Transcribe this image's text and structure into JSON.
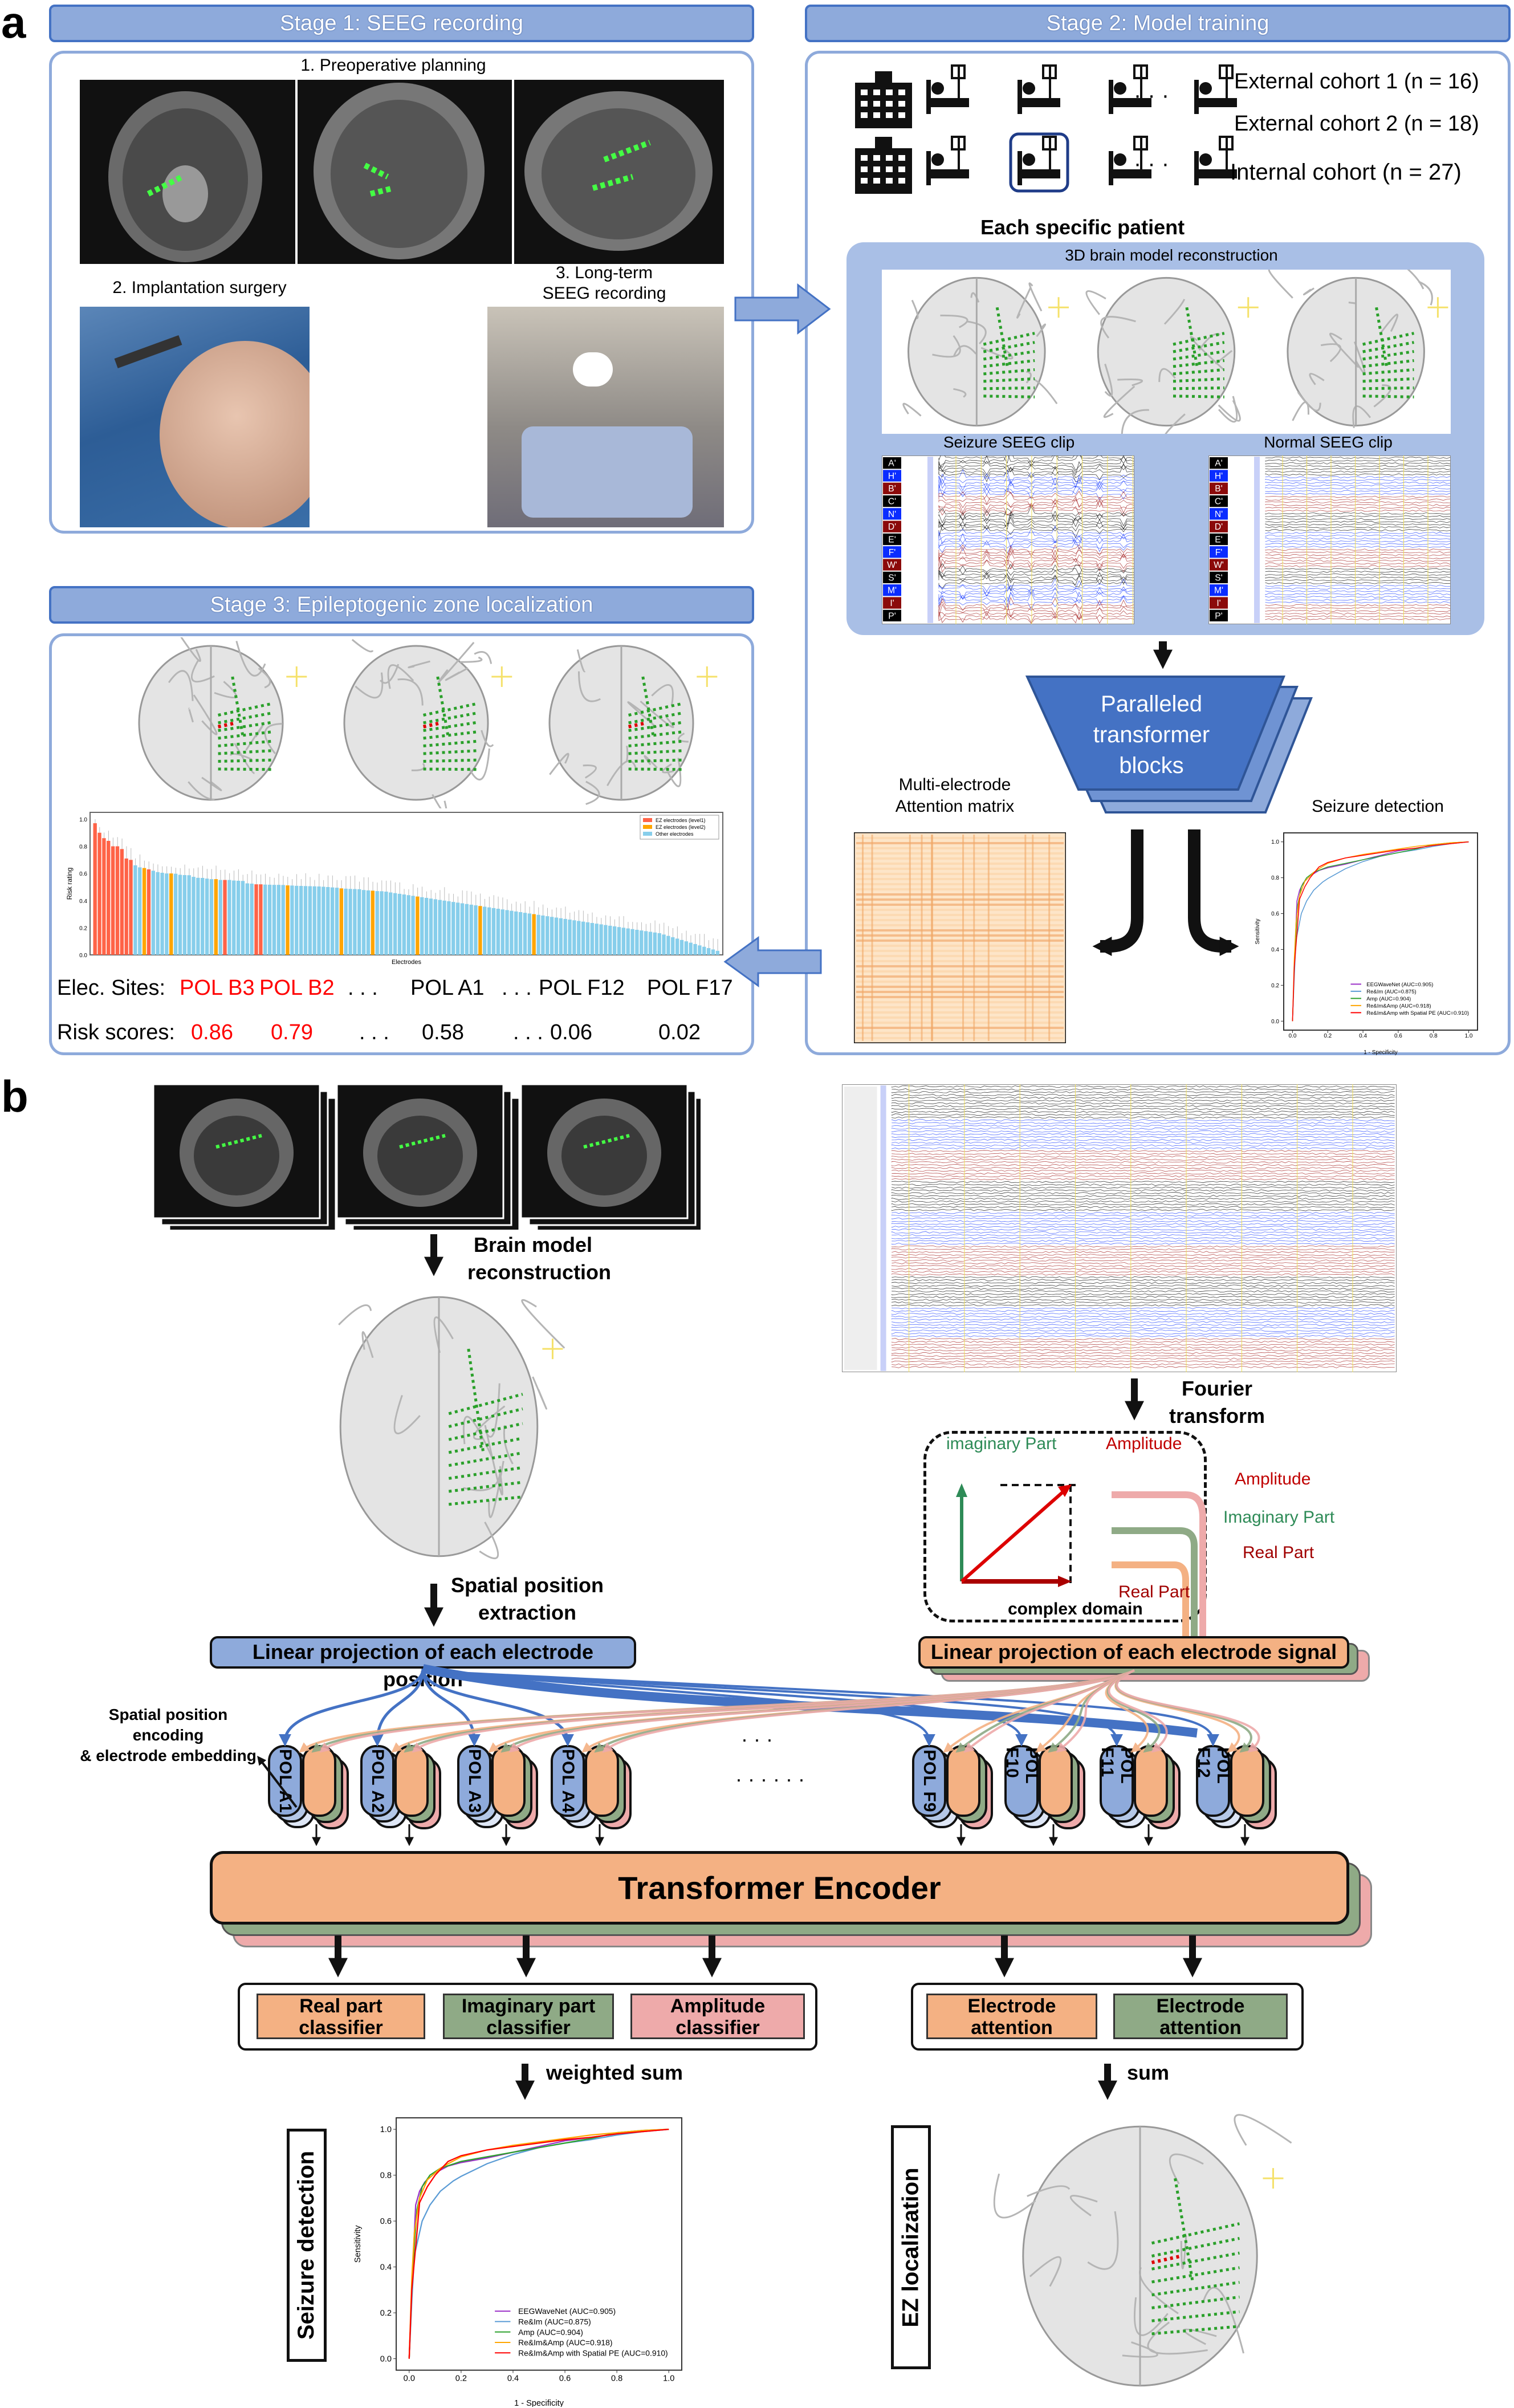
{
  "panel_a": {
    "letter": "a",
    "stage1": {
      "title": "Stage 1: SEEG recording",
      "step1": "1. Preoperative planning",
      "step2": "2. Implantation surgery",
      "step3_line1": "3. Long-term",
      "step3_line2": "SEEG recording"
    },
    "stage2": {
      "title": "Stage 2: Model training",
      "cohorts": [
        "External cohort 1 (n = 16)",
        "External cohort 2 (n = 18)",
        "Internal cohort (n = 27)"
      ],
      "ellipsis": "· · ·",
      "each_patient": "Each specific patient",
      "reconstruction": "3D brain model reconstruction",
      "seizure_clip": "Seizure SEEG clip",
      "normal_clip": "Normal SEEG clip",
      "channel_labels": [
        "A'",
        "H'",
        "B'",
        "C'",
        "N'",
        "D'",
        "E'",
        "F'",
        "W'",
        "S'",
        "M'",
        "I'",
        "P'"
      ],
      "channel_colors": [
        "#000000",
        "#0a2cff",
        "#8b0a0a",
        "#000000",
        "#0a2cff",
        "#8b0a0a",
        "#000000",
        "#0a2cff",
        "#8b0a0a",
        "#000000",
        "#0a2cff",
        "#8b0a0a",
        "#000000"
      ],
      "transformer_line1": "Paralleled",
      "transformer_line2": "transformer",
      "transformer_line3": "blocks",
      "attention_line1": "Multi-electrode",
      "attention_line2": "Attention matrix",
      "seizure_detection": "Seizure detection",
      "icons": {
        "hospital": "hospital-icon",
        "patient": "patient-bed-icon"
      }
    },
    "stage3": {
      "title": "Stage 3: Epileptogenic zone localization",
      "sites_label": "Elec. Sites:",
      "sites": [
        "POL B3",
        "POL B2",
        ". . .",
        "POL A1",
        ". . .",
        "POL F12",
        "POL F17"
      ],
      "scores_label": "Risk scores:",
      "scores": [
        "0.86",
        "0.79",
        ". . .",
        "0.58",
        ". . .",
        "0.06",
        "0.02"
      ],
      "highlight_color": "#ff0000"
    }
  },
  "panel_b": {
    "letter": "b",
    "brain_model": [
      "Brain model",
      "reconstruction"
    ],
    "spatial_extraction": [
      "Spatial position",
      "extraction"
    ],
    "fourier": [
      "Fourier",
      "transform"
    ],
    "complex": {
      "imaginary": "imaginary Part",
      "amplitude": "Amplitude",
      "real": "Real Part",
      "domain": "complex domain"
    },
    "branches": {
      "amplitude": "Amplitude",
      "imaginary": "Imaginary Part",
      "real": "Real Part"
    },
    "pos_projection": "Linear projection of each electrode position",
    "sig_projection": "Linear projection of each electrode signal",
    "encoding_label": [
      "Spatial position encoding",
      "& electrode embedding"
    ],
    "tokens": [
      "POL A1",
      "POL A2",
      "POL A3",
      "POL A4",
      "POL F9",
      "POL F10",
      "POL F11",
      "POL F12"
    ],
    "dots_top": "· · ·",
    "dots_bottom": "· · · · · ·",
    "encoder": "Transformer  Encoder",
    "classifiers": [
      [
        "Real part",
        "classifier"
      ],
      [
        "Imaginary part",
        "classifier"
      ],
      [
        "Amplitude",
        "classifier"
      ]
    ],
    "attention": [
      [
        "Electrode",
        "attention"
      ],
      [
        "Electrode",
        "attention"
      ]
    ],
    "weighted_sum": "weighted sum",
    "sum": "sum",
    "seizure_detection": "Seizure detection",
    "ez_localization": "EZ localization",
    "colors": {
      "real": "#f4b183",
      "imaginary": "#8faa86",
      "amplitude": "#eeaaaa",
      "position": "#8eaadb",
      "accent": "#4472c4"
    }
  },
  "chart_data": [
    {
      "type": "line",
      "xlabel": "1 - Specificity",
      "ylabel": "Sensitivity",
      "xlim": [
        0,
        1
      ],
      "ylim": [
        0,
        1
      ],
      "xticks": [
        "0.0",
        "0.2",
        "0.4",
        "0.6",
        "0.8",
        "1.0"
      ],
      "yticks": [
        "0.0",
        "0.2",
        "0.4",
        "0.6",
        "0.8",
        "1.0"
      ],
      "legend_position": "lower-right",
      "grid": false,
      "series": [
        {
          "name": "EEGWaveNet (AUC=0.905)",
          "color": "#9b30c8",
          "points": [
            [
              0,
              0
            ],
            [
              0.01,
              0.3
            ],
            [
              0.02,
              0.55
            ],
            [
              0.025,
              0.67
            ],
            [
              0.04,
              0.73
            ],
            [
              0.06,
              0.77
            ],
            [
              0.1,
              0.81
            ],
            [
              0.15,
              0.84
            ],
            [
              0.2,
              0.855
            ],
            [
              0.3,
              0.875
            ],
            [
              0.4,
              0.9
            ],
            [
              0.5,
              0.925
            ],
            [
              0.6,
              0.95
            ],
            [
              0.7,
              0.965
            ],
            [
              0.8,
              0.98
            ],
            [
              0.9,
              0.99
            ],
            [
              1,
              1
            ]
          ]
        },
        {
          "name": "Re&Im (AUC=0.875)",
          "color": "#5a9bd5",
          "points": [
            [
              0,
              0
            ],
            [
              0.01,
              0.25
            ],
            [
              0.02,
              0.45
            ],
            [
              0.05,
              0.6
            ],
            [
              0.08,
              0.67
            ],
            [
              0.12,
              0.73
            ],
            [
              0.17,
              0.775
            ],
            [
              0.2,
              0.795
            ],
            [
              0.3,
              0.85
            ],
            [
              0.4,
              0.89
            ],
            [
              0.5,
              0.92
            ],
            [
              0.6,
              0.94
            ],
            [
              0.7,
              0.955
            ],
            [
              0.8,
              0.975
            ],
            [
              0.9,
              0.99
            ],
            [
              1,
              1
            ]
          ]
        },
        {
          "name": "Amp (AUC=0.904)",
          "color": "#2ca02c",
          "points": [
            [
              0,
              0
            ],
            [
              0.01,
              0.3
            ],
            [
              0.02,
              0.5
            ],
            [
              0.03,
              0.65
            ],
            [
              0.05,
              0.75
            ],
            [
              0.08,
              0.8
            ],
            [
              0.12,
              0.83
            ],
            [
              0.2,
              0.86
            ],
            [
              0.3,
              0.88
            ],
            [
              0.4,
              0.9
            ],
            [
              0.5,
              0.92
            ],
            [
              0.6,
              0.94
            ],
            [
              0.7,
              0.96
            ],
            [
              0.8,
              0.985
            ],
            [
              0.9,
              0.995
            ],
            [
              1,
              1
            ]
          ]
        },
        {
          "name": "Re&Im&Amp (AUC=0.918)",
          "color": "#ffa500",
          "points": [
            [
              0,
              0
            ],
            [
              0.01,
              0.35
            ],
            [
              0.02,
              0.55
            ],
            [
              0.04,
              0.7
            ],
            [
              0.07,
              0.78
            ],
            [
              0.12,
              0.83
            ],
            [
              0.15,
              0.85
            ],
            [
              0.2,
              0.88
            ],
            [
              0.3,
              0.91
            ],
            [
              0.4,
              0.93
            ],
            [
              0.5,
              0.945
            ],
            [
              0.6,
              0.96
            ],
            [
              0.7,
              0.975
            ],
            [
              0.8,
              0.985
            ],
            [
              0.9,
              0.995
            ],
            [
              1,
              1
            ]
          ]
        },
        {
          "name": "Re&Im&Amp with Spatial PE (AUC=0.910)",
          "color": "#ff0000",
          "points": [
            [
              0,
              0
            ],
            [
              0.01,
              0.3
            ],
            [
              0.03,
              0.55
            ],
            [
              0.04,
              0.68
            ],
            [
              0.07,
              0.75
            ],
            [
              0.1,
              0.8
            ],
            [
              0.15,
              0.86
            ],
            [
              0.2,
              0.885
            ],
            [
              0.3,
              0.91
            ],
            [
              0.4,
              0.925
            ],
            [
              0.5,
              0.94
            ],
            [
              0.6,
              0.955
            ],
            [
              0.7,
              0.965
            ],
            [
              0.8,
              0.98
            ],
            [
              0.9,
              0.99
            ],
            [
              1,
              1
            ]
          ]
        }
      ]
    },
    {
      "type": "bar",
      "xlabel": "Electrodes",
      "ylabel": "Risk rating",
      "ylim": [
        0,
        1.05
      ],
      "yticks": [
        "0.0",
        "0.2",
        "0.4",
        "0.6",
        "0.8",
        "1.0"
      ],
      "legend_position": "top-right",
      "legend": [
        {
          "name": "EZ electrodes (level1)",
          "color": "#ff6347"
        },
        {
          "name": "EZ electrodes (level2)",
          "color": "#ffa500"
        },
        {
          "name": "Other electrodes",
          "color": "#87ceeb"
        }
      ],
      "level1_indices": [
        0,
        1,
        2,
        3,
        4,
        5,
        6,
        7,
        8,
        12,
        29,
        36,
        37
      ],
      "level2_indices": [
        11,
        17,
        27,
        43,
        55,
        62,
        72,
        86,
        98
      ],
      "values": [
        0.97,
        0.9,
        0.86,
        0.84,
        0.8,
        0.8,
        0.78,
        0.71,
        0.7,
        0.66,
        0.645,
        0.64,
        0.63,
        0.62,
        0.61,
        0.605,
        0.6,
        0.6,
        0.598,
        0.59,
        0.588,
        0.587,
        0.575,
        0.568,
        0.567,
        0.562,
        0.558,
        0.558,
        0.552,
        0.552,
        0.552,
        0.548,
        0.546,
        0.545,
        0.527,
        0.525,
        0.52,
        0.52,
        0.518,
        0.517,
        0.516,
        0.516,
        0.515,
        0.512,
        0.511,
        0.509,
        0.508,
        0.507,
        0.506,
        0.505,
        0.504,
        0.502,
        0.5,
        0.497,
        0.495,
        0.49,
        0.488,
        0.486,
        0.485,
        0.484,
        0.478,
        0.475,
        0.473,
        0.47,
        0.469,
        0.466,
        0.46,
        0.455,
        0.45,
        0.445,
        0.44,
        0.435,
        0.43,
        0.425,
        0.42,
        0.415,
        0.41,
        0.405,
        0.4,
        0.395,
        0.39,
        0.385,
        0.38,
        0.375,
        0.37,
        0.365,
        0.36,
        0.355,
        0.35,
        0.345,
        0.34,
        0.335,
        0.33,
        0.325,
        0.32,
        0.315,
        0.31,
        0.305,
        0.3,
        0.295,
        0.29,
        0.285,
        0.28,
        0.275,
        0.27,
        0.265,
        0.26,
        0.255,
        0.25,
        0.245,
        0.24,
        0.235,
        0.23,
        0.225,
        0.22,
        0.215,
        0.21,
        0.205,
        0.2,
        0.195,
        0.19,
        0.185,
        0.18,
        0.175,
        0.17,
        0.165,
        0.16,
        0.15,
        0.14,
        0.13,
        0.12,
        0.11,
        0.1,
        0.09,
        0.08,
        0.07,
        0.06,
        0.05,
        0.04,
        0.03
      ]
    }
  ]
}
